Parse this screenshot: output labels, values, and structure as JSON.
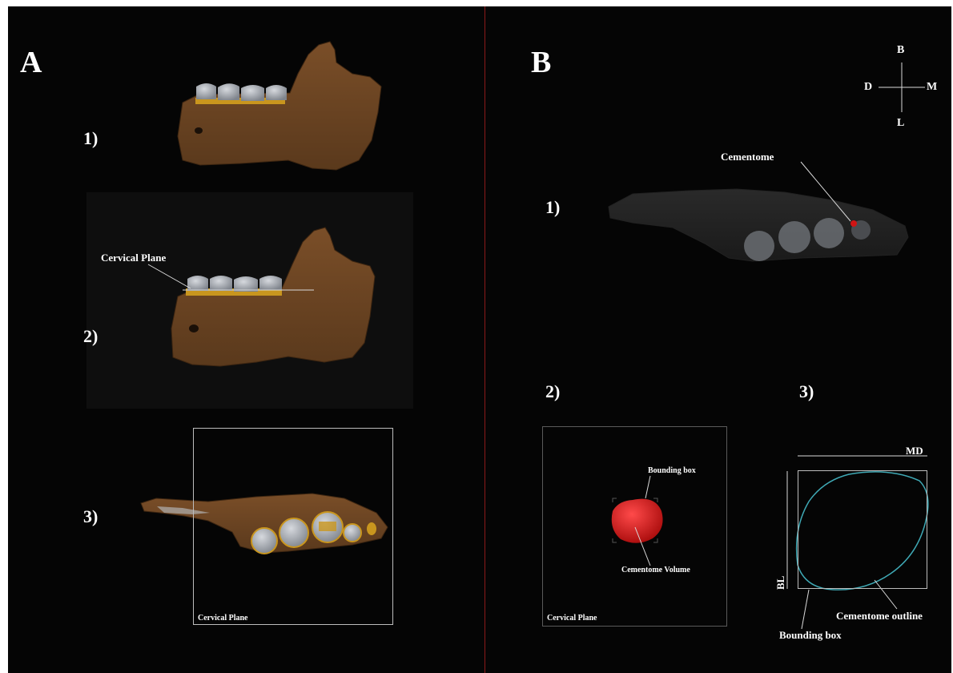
{
  "panel_a": {
    "letter": "A",
    "rows": [
      "1)",
      "2)",
      "3)"
    ],
    "cervical_plane_label": "Cervical Plane",
    "cervical_plane_box_label": "Cervical Plane"
  },
  "panel_b": {
    "letter": "B",
    "rows": [
      "1)",
      "2)",
      "3)"
    ],
    "compass": {
      "b": "B",
      "l": "L",
      "d": "D",
      "m": "M"
    },
    "cementome_label": "Cementome",
    "sub2": {
      "bounding_box_label": "Bounding box",
      "cementome_volume_label": "Cementome Volume",
      "cervical_plane_label": "Cervical Plane"
    },
    "sub3": {
      "md_label": "MD",
      "bl_label": "BL",
      "cementome_outline_label": "Cementome outline",
      "bounding_box_label": "Bounding box"
    }
  },
  "colors": {
    "background": "#050505",
    "bone": "#6b4423",
    "tooth_crown": "#a9adb6",
    "tooth_root": "#c9961e",
    "cementome": "#d11414",
    "outline": "#3fa9b5",
    "divider": "#8b1a1a"
  }
}
